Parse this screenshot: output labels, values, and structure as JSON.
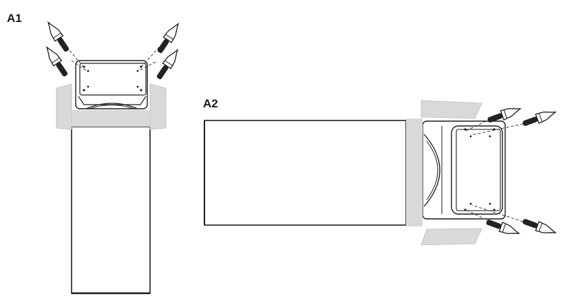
{
  "figure": {
    "panels": [
      {
        "id": "A1",
        "label": "A1",
        "orientation": "vertical",
        "spike_count": 4
      },
      {
        "id": "A2",
        "label": "A2",
        "orientation": "horizontal",
        "spike_count": 4
      }
    ],
    "colors": {
      "line": "#1a1a1a",
      "carton_flap": "#d9d9d9",
      "spike_thread": "#222222",
      "background": "#ffffff"
    }
  }
}
